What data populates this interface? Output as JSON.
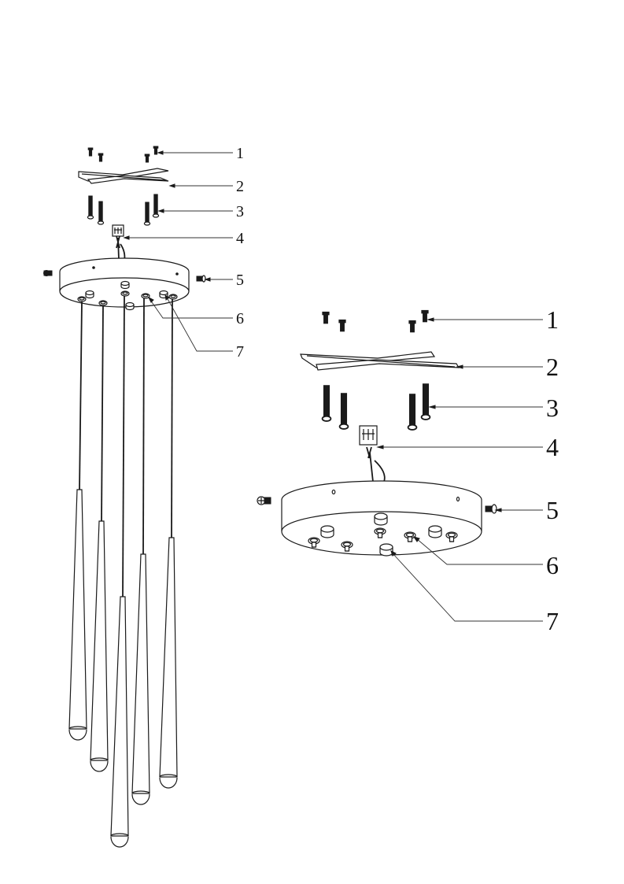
{
  "diagram": {
    "title": "",
    "description": "Exploded assembly view of a 5-light cone pendant lamp",
    "views": [
      {
        "name": "full-fixture-view",
        "callouts": [
          {
            "number": "1",
            "part": "mounting-screw-small"
          },
          {
            "number": "2",
            "part": "cross-mounting-bracket"
          },
          {
            "number": "3",
            "part": "wall-anchor-screw"
          },
          {
            "number": "4",
            "part": "terminal-block"
          },
          {
            "number": "5",
            "part": "canopy-side-screw"
          },
          {
            "number": "6",
            "part": "cable-gripper"
          },
          {
            "number": "7",
            "part": "hole-plug"
          }
        ],
        "pendants": 5
      },
      {
        "name": "canopy-detail-view",
        "callouts": [
          {
            "number": "1",
            "part": "mounting-screw-small"
          },
          {
            "number": "2",
            "part": "cross-mounting-bracket"
          },
          {
            "number": "3",
            "part": "wall-anchor-screw"
          },
          {
            "number": "4",
            "part": "terminal-block"
          },
          {
            "number": "5",
            "part": "canopy-side-screw"
          },
          {
            "number": "6",
            "part": "cable-gripper"
          },
          {
            "number": "7",
            "part": "hole-plug"
          }
        ]
      }
    ],
    "colors": {
      "line": "#1a1a1a",
      "background": "#ffffff"
    }
  }
}
